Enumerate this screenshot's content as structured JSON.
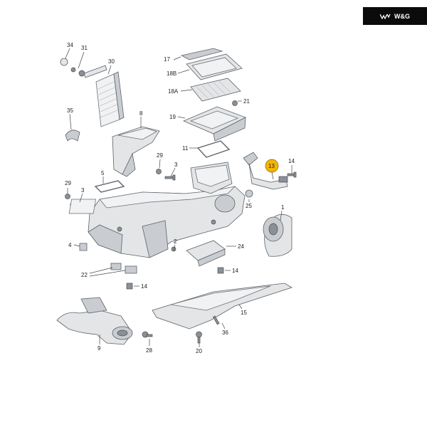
{
  "brand": {
    "text": "W&G"
  },
  "callouts": {
    "c34": "34",
    "c31": "31",
    "c30": "30",
    "c35": "35",
    "c8": "8",
    "c17": "17",
    "c18b": "18B",
    "c18a": "18A",
    "c21": "21",
    "c19": "19",
    "c11": "11",
    "c13": "13",
    "c14a": "14",
    "c29a": "29",
    "c3a": "3",
    "c5": "5",
    "c29b": "29",
    "c3b": "3",
    "c25": "25",
    "c1": "1",
    "c4": "4",
    "c2": "2",
    "c24": "24",
    "c22": "22",
    "c14b": "14",
    "c14c": "14",
    "c15": "15",
    "c9": "9",
    "c28": "28",
    "c20": "20",
    "c36": "36"
  },
  "colors": {
    "highlight": "#f5b400",
    "logo_bg": "#0b0b0b"
  }
}
